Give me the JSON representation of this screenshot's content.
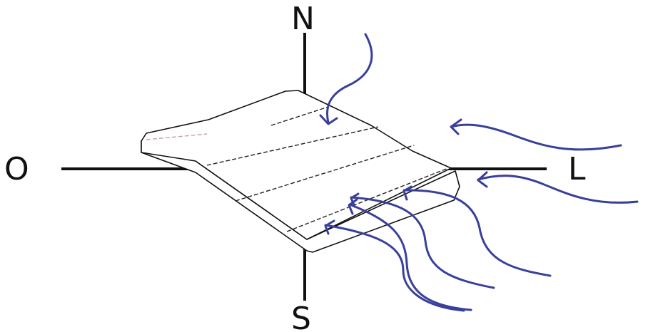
{
  "labels": {
    "north": "N",
    "south": "S",
    "west": "O",
    "east": "L"
  },
  "colors": {
    "axis": "#111111",
    "arrow": "#3a3f9a",
    "plate_outline": "#111111",
    "plate_fill": "#ffffff"
  },
  "arrows": [
    {
      "name": "wind-arrow-north",
      "from": "north"
    },
    {
      "name": "wind-arrow-east-1",
      "from": "east"
    },
    {
      "name": "wind-arrow-east-2",
      "from": "east"
    },
    {
      "name": "wind-arrow-southeast-1",
      "from": "southeast"
    },
    {
      "name": "wind-arrow-southeast-2",
      "from": "southeast"
    },
    {
      "name": "wind-arrow-southeast-3",
      "from": "southeast"
    },
    {
      "name": "wind-arrow-southeast-4",
      "from": "southeast"
    }
  ]
}
